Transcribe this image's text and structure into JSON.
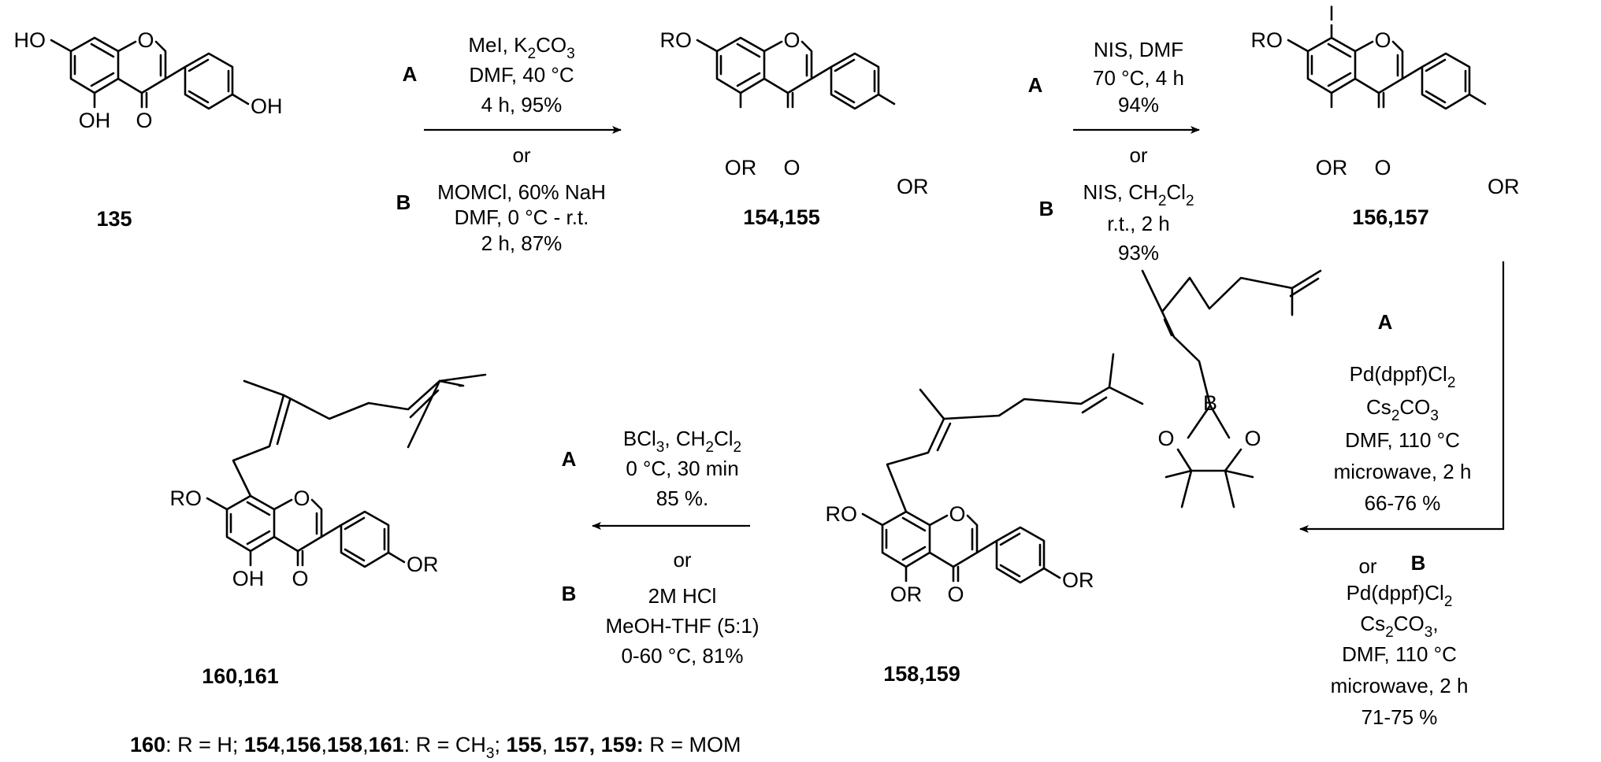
{
  "compounds": {
    "c135": {
      "id": "135"
    },
    "c154": {
      "id": "154,155"
    },
    "c156": {
      "id": "156,157"
    },
    "c158": {
      "id": "158,159"
    },
    "c160": {
      "id": "160,161"
    }
  },
  "atoms": {
    "HO": "HO",
    "OH": "OH",
    "O": "O",
    "RO": "RO",
    "OR": "OR",
    "I": "I",
    "B": "B"
  },
  "step1": {
    "routeA": "A",
    "a1": "MeI, K",
    "a1_sub": "2",
    "a1_tail": "CO",
    "a1_sub2": "3",
    "a2": "DMF, 40 °C",
    "a3": "4 h, 95%",
    "or": "or",
    "routeB": "B",
    "b1": "MOMCl, 60% NaH",
    "b2": "DMF, 0 °C - r.t.",
    "b3": "2 h, 87%"
  },
  "step2": {
    "routeA": "A",
    "a1": "NIS, DMF",
    "a2": "70 °C, 4 h",
    "a3": "94%",
    "or": "or",
    "routeB": "B",
    "b1": "NIS, CH",
    "b1_sub": "2",
    "b1_tail": "Cl",
    "b1_sub2": "2",
    "b2": "r.t., 2 h",
    "b3": "93%"
  },
  "step3": {
    "routeA": "A",
    "a1": "Pd(dppf)Cl",
    "a1_sub": "2",
    "a2": "Cs",
    "a2_sub": "2",
    "a2_tail": "CO",
    "a2_sub2": "3",
    "a3": "DMF, 110 °C",
    "a4": "microwave, 2 h",
    "a5": "66-76 %",
    "or": "or",
    "routeB": "B",
    "b1": "Pd(dppf)Cl",
    "b1_sub": "2",
    "b2": "Cs",
    "b2_sub": "2",
    "b2_tail": "CO",
    "b2_sub2": "3",
    "b2_end": ",",
    "b3": "DMF, 110 °C",
    "b4": "microwave, 2 h",
    "b5": "71-75 %"
  },
  "step4": {
    "routeA": "A",
    "a1": "BCl",
    "a1_sub": "3",
    "a1_tail": ", CH",
    "a1_sub2": "2",
    "a1_tail2": "Cl",
    "a1_sub3": "2",
    "a2": "0 °C, 30 min",
    "a3": "85 %.",
    "or": "or",
    "routeB": "B",
    "b1": "2M HCl",
    "b2": "MeOH-THF (5:1)",
    "b3": "0-60 °C, 81%"
  },
  "footnote": {
    "p1": "160",
    "p2": ": R = H; ",
    "p3": "154",
    "p4": ",",
    "p5": "156",
    "p6": ",",
    "p7": "158",
    "p8": ",",
    "p9": "161",
    "p10": ": R = CH",
    "p10_sub": "3",
    "p11": "; ",
    "p12": "155",
    "p13": ", ",
    "p14": "157",
    "p15": ", 159:",
    "p16": " R = MOM"
  }
}
